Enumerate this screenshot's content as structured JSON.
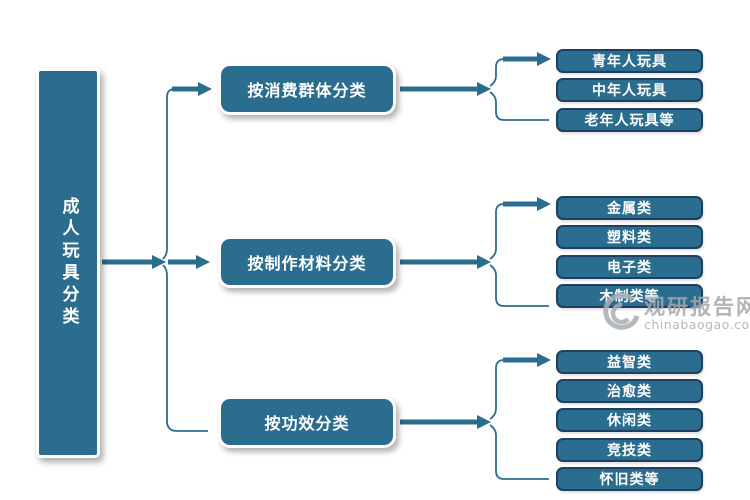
{
  "root": {
    "label": "成人玩具分类"
  },
  "branches": [
    {
      "label": "按消费群体分类",
      "children": [
        "青年人玩具",
        "中年人玩具",
        "老年人玩具等"
      ]
    },
    {
      "label": "按制作材料分类",
      "children": [
        "金属类",
        "塑料类",
        "电子类",
        "木制类等"
      ]
    },
    {
      "label": "按功效分类",
      "children": [
        "益智类",
        "治愈类",
        "休闲类",
        "竞技类",
        "怀旧类等"
      ]
    }
  ],
  "watermark": {
    "name": "观研报告网",
    "domain": "chinabaogao.com"
  },
  "icons": {
    "watermark_logo": "swirl-spiral"
  },
  "colors": {
    "node_fill": "#2B6D8E",
    "leaf_border": "#1F3E60",
    "node_text": "#FFFFFF",
    "connector": "#2B6D8E",
    "watermark_gray": "#A3A8AD",
    "background": "#FFFFFF"
  }
}
